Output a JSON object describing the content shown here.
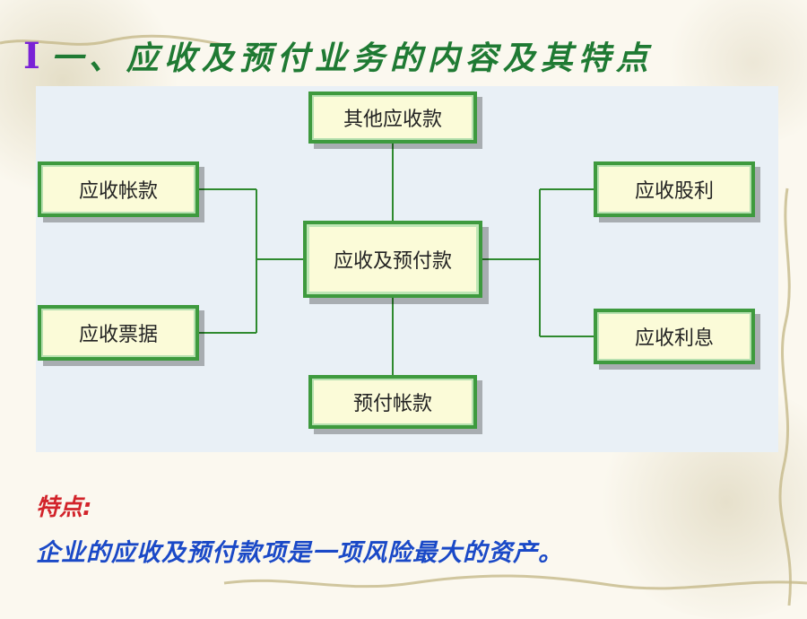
{
  "slide": {
    "roman_numeral": "I",
    "title": "一、应收及预付业务的内容及其特点"
  },
  "diagram": {
    "center": "应收及预付款",
    "top": "其他应收款",
    "bottom": "预付帐款",
    "left": [
      "应收帐款",
      "应收票据"
    ],
    "right": [
      "应收股利",
      "应收利息"
    ]
  },
  "features": {
    "label": "特点:",
    "text": "企业的应收及预付款项是一项风险最大的资产。"
  },
  "colors": {
    "title": "#1f7a33",
    "roman": "#7a22d6",
    "feature_label": "#d2232a",
    "feature_text": "#1a49c7",
    "box_border": "#3e9a3e",
    "box_fill": "#fbfbd8",
    "diagram_bg": "#e9f0f6"
  }
}
